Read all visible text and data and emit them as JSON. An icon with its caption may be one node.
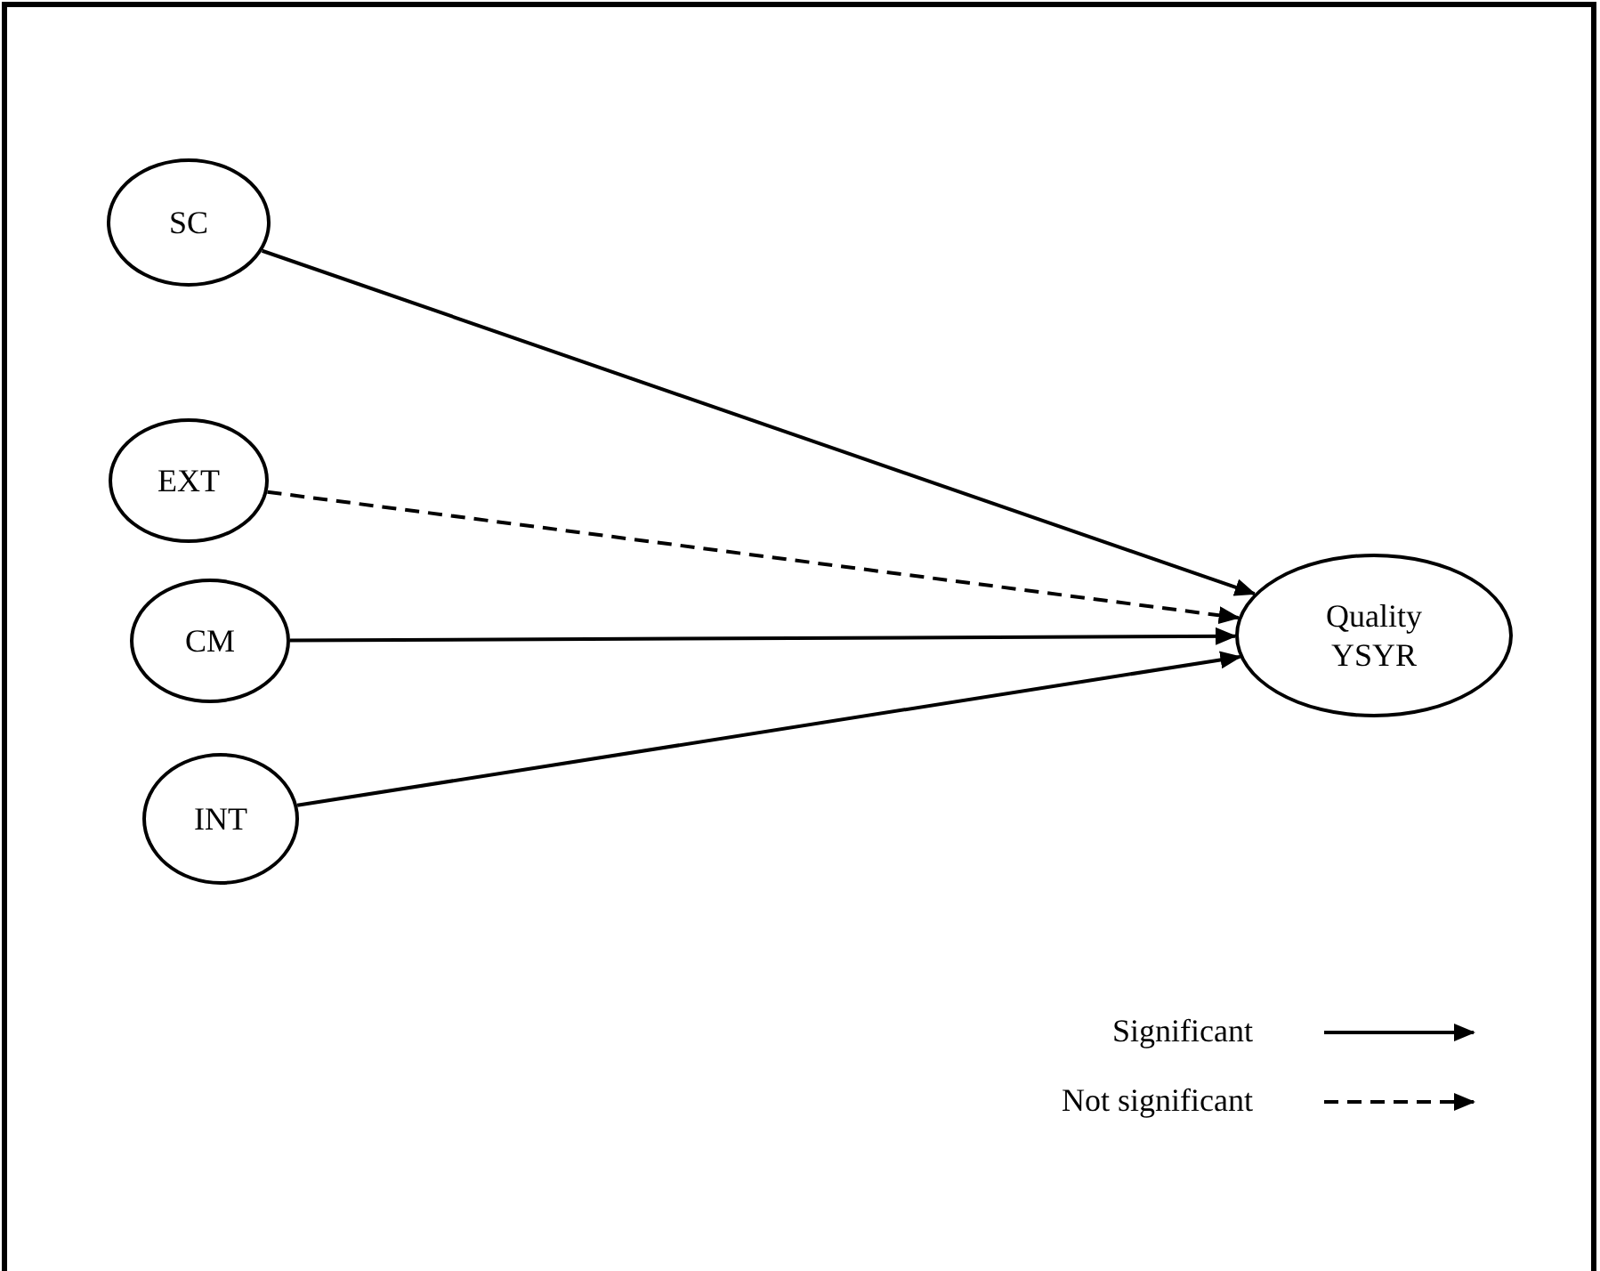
{
  "diagram": {
    "nodes": [
      {
        "text": [
          "SC"
        ]
      },
      {
        "text": [
          "EXT"
        ]
      },
      {
        "text": [
          "CM"
        ]
      },
      {
        "text": [
          "INT"
        ]
      },
      {
        "text": [
          "Quality YSYR"
        ]
      }
    ],
    "edges": [
      {
        "from": 0,
        "to": 4,
        "arrow": "to"
      },
      {
        "from": 1,
        "to": 4,
        "arrow": "to",
        "style": "dashed"
      },
      {
        "from": 2,
        "to": 4,
        "arrow": "to"
      },
      {
        "from": 3,
        "to": 4,
        "arrow": "to"
      }
    ],
    "legend": [
      {
        "text": "Significant"
      },
      {
        "text": "Not significant"
      }
    ]
  }
}
